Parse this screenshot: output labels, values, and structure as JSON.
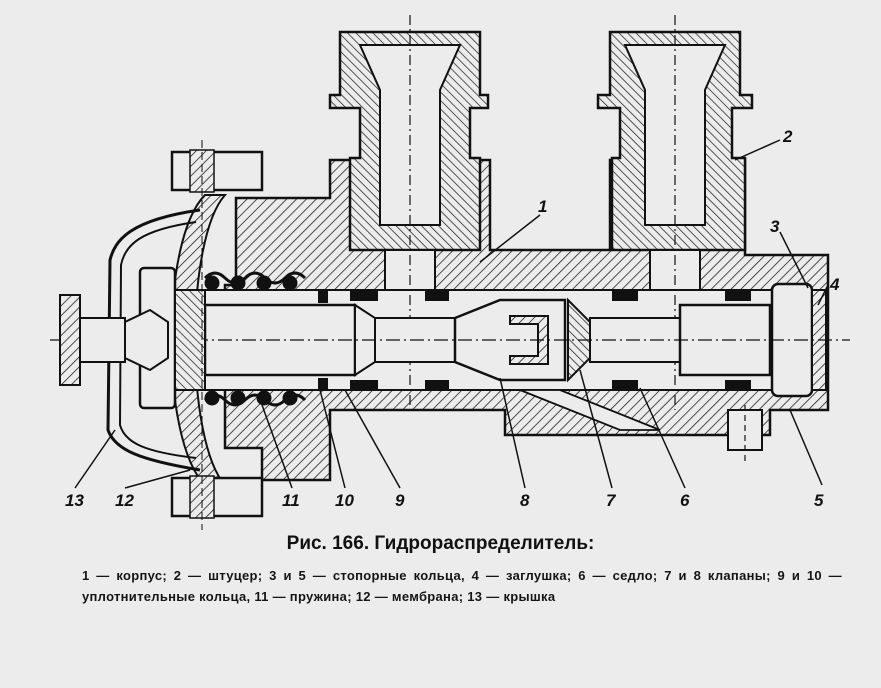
{
  "figure": {
    "caption_title": "Рис. 166. Гидрораспределитель:",
    "caption_legend": "1 — корпус; 2 — штуцер; 3 и 5 — стопорные кольца, 4 — заглушка; 6 — седло; 7 и 8 клапаны; 9 и 10 — уплотнительные кольца, 11 — пружина; 12 — мембрана; 13 — крышка",
    "callouts": {
      "c1": "1",
      "c2": "2",
      "c3": "3",
      "c4": "4",
      "c5": "5",
      "c6": "6",
      "c7": "7",
      "c8": "8",
      "c9": "9",
      "c10": "10",
      "c11": "11",
      "c12": "12",
      "c13": "13"
    }
  },
  "colors": {
    "line": "#111111",
    "hatch": "#333333",
    "paper": "#ececec"
  }
}
